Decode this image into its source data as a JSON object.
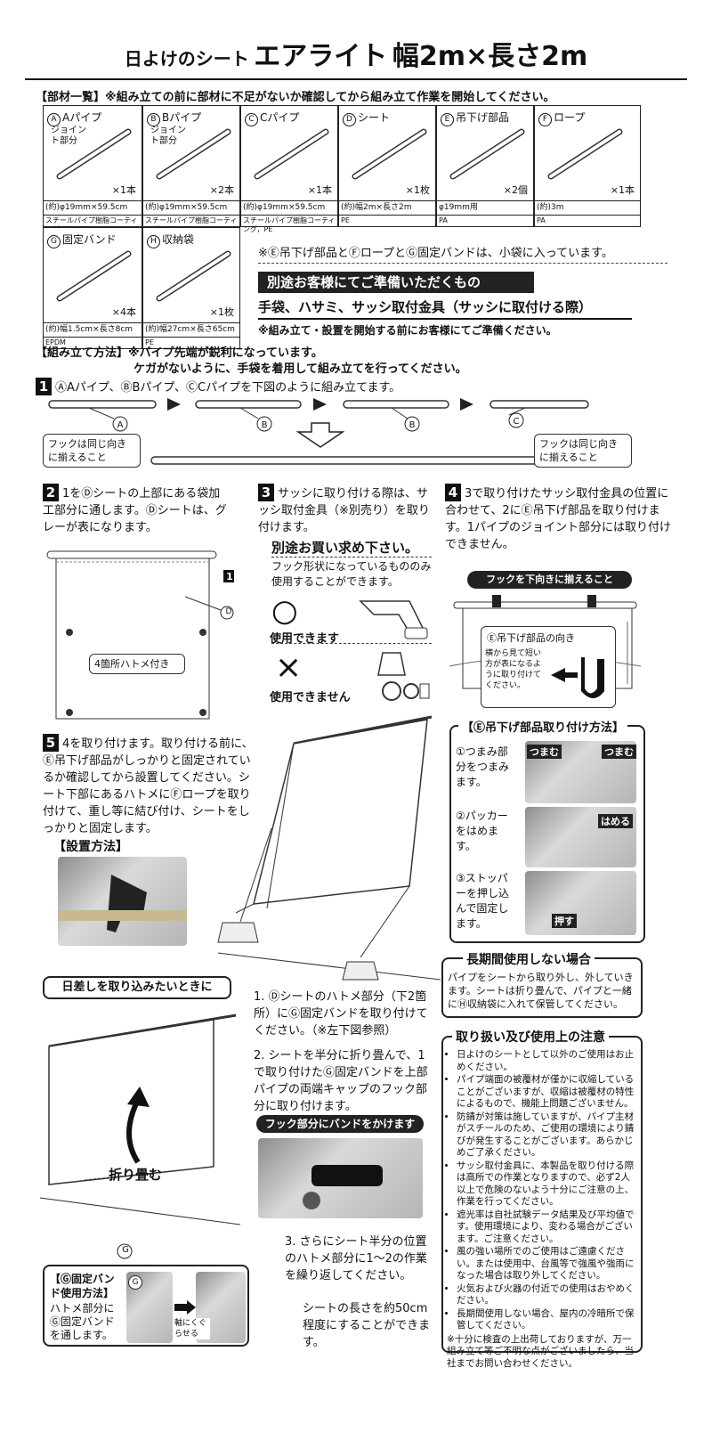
{
  "title": {
    "part1": "日よけのシート",
    "part2": "エアライト",
    "part3": "幅2m×長さ2m"
  },
  "parts": {
    "heading": "【部材一覧】",
    "note": "※組み立ての前に部材に不足がないか確認してから組み立て作業を開始してください。",
    "items": [
      {
        "letter": "A",
        "name": "Aパイプ",
        "joint": "ジョイント部分",
        "qty": "×1本",
        "spec": "(約)φ19mm×59.5cm",
        "material": "スチールパイプ樹脂コーティング，PE，スチール"
      },
      {
        "letter": "B",
        "name": "Bパイプ",
        "joint": "ジョイント部分",
        "qty": "×2本",
        "spec": "(約)φ19mm×59.5cm",
        "material": "スチールパイプ樹脂コーティング，PE，スチール"
      },
      {
        "letter": "C",
        "name": "Cパイプ",
        "joint": "",
        "qty": "×1本",
        "spec": "(約)φ19mm×59.5cm",
        "material": "スチールパイプ樹脂コーティング，PE"
      },
      {
        "letter": "D",
        "name": "シート",
        "joint": "",
        "qty": "×1枚",
        "spec": "(約)幅2m×長さ2m",
        "material": "PE"
      },
      {
        "letter": "E",
        "name": "吊下げ部品",
        "joint": "",
        "qty": "×2個",
        "spec": "φ19mm用",
        "material": "PA"
      },
      {
        "letter": "F",
        "name": "ロープ",
        "joint": "",
        "qty": "×1本",
        "spec": "(約)3m",
        "material": "PA"
      },
      {
        "letter": "G",
        "name": "固定バンド",
        "joint": "",
        "qty": "×4本",
        "spec": "(約)幅1.5cm×長さ8cm",
        "material": "EPDM"
      },
      {
        "letter": "H",
        "name": "収納袋",
        "joint": "",
        "qty": "×1枚",
        "spec": "(約)幅27cm×長さ65cm",
        "material": "PE"
      }
    ],
    "bag_note": "※Ⓔ吊下げ部品とⒻロープとⒼ固定バンドは、小袋に入っています。",
    "prepare_title": "別途お客様にてご準備いただくもの",
    "prepare_items": "手袋、ハサミ、サッシ取付金具（サッシに取付ける際）",
    "prepare_note": "※組み立て・設置を開始する前にお客様にてご準備ください。"
  },
  "assembly": {
    "heading": "【組み立て方法】",
    "warn1": "※パイプ先端が鋭利になっています。",
    "warn2": "ケガがないように、手袋を着用して組み立てを行ってください。",
    "step1": "ⒶAパイプ、ⒷBパイプ、ⒸCパイプを下図のように組み立てます。",
    "hook_same1": "フックは同じ向きに揃えること",
    "hook_same2": "フックは同じ向きに揃えること",
    "labelA": "A",
    "labelB1": "B",
    "labelB2": "B",
    "labelC": "C",
    "step2": "1をⒹシートの上部にある袋加工部分に通します。Ⓓシートは、グレーが表になります。",
    "grommet": "4箇所ハトメ付き",
    "label1": "1",
    "labelD": "D",
    "step3a": "サッシに取り付ける際は、サッシ取付金具（※別売り）を取り付けます。",
    "step3b": "別途お買い求め下さい。",
    "step3c": "フック形状になっているもののみ使用することができます。",
    "ok_mark": "○",
    "ok_text": "使用できます",
    "ng_mark": "×",
    "ng_text": "使用できません",
    "step4": "3で取り付けたサッシ取付金具の位置に合わせて、2にⒺ吊下げ部品を取り付けます。1パイプのジョイント部分には取り付けできません。",
    "hook_down": "フックを下向きに揃えること",
    "e_dir_title": "Ⓔ吊下げ部品の向き",
    "e_dir_text": "横から見て短い方が表になるように取り付けてください。",
    "step5": "4を取り付けます。取り付ける前に、Ⓔ吊下げ部品がしっかりと固定されているか確認してから設置してください。シート下部にあるハトメにⒻロープを取り付けて、重し等に結び付け、シートをしっかりと固定します。",
    "install_heading": "【設置方法】",
    "e_method_heading": "【Ⓔ吊下げ部品取り付け方法】",
    "e_m1": "①つまみ部分をつまみます。",
    "e_m1_tag1": "つまむ",
    "e_m1_tag2": "つまむ",
    "e_m2": "②パッカーをはめます。",
    "e_m2_tag": "はめる",
    "e_m3": "③ストッパーを押し込んで固定します。",
    "e_m3_tag": "押す"
  },
  "sunlight": {
    "heading": "日差しを取り込みたいときに",
    "fold": "折り畳む",
    "labelG": "G",
    "s1": "1. Ⓓシートのハトメ部分（下2箇所）にⒼ固定バンドを取り付けてください。（※左下図参照）",
    "s2": "2. シートを半分に折り畳んで、1で取り付けたⒼ固定バンドを上部パイプの両端キャップのフック部分に取り付けます。",
    "band_bar": "フック部分にバンドをかけます",
    "s3": "3. さらにシート半分の位置のハトメ部分に1～2の作業を繰り返してください。",
    "s3b": "シートの長さを約50cm程度にすることができます。",
    "g_method_title": "【Ⓖ固定バンド使用方法】",
    "g_method_text": "ハトメ部分にⒼ固定バンドを通します。",
    "g_label": "G",
    "g_twist": "軸にくぐらせる"
  },
  "storage": {
    "title": "長期間使用しない場合",
    "text": "パイプをシートから取り外し、外していきます。シートは折り畳んで、パイプと一緒にⒽ収納袋に入れて保管してください。"
  },
  "caution": {
    "title": "取り扱い及び使用上の注意",
    "items": [
      "日よけのシートとして以外のご使用はお止めください。",
      "パイプ端面の被覆材が僅かに収縮していることがございますが、収縮は被覆材の特性によるもので、機能上問題ございません。",
      "防錆が対策は施していますが、パイプ主材がスチールのため、ご使用の環境により錆びが発生することがございます。あらかじめご了承ください。",
      "サッシ取付金具に、本製品を取り付ける際は高所での作業となりますので、必ず2人以上で危険のないよう十分にご注意の上、作業を行ってください。",
      "遮光率は自社試験データ結果及び平均値です。使用環境により、変わる場合がございます。ご注意ください。",
      "風の強い場所でのご使用はご遠慮ください。または使用中、台風等で強風や強雨になった場合は取り外してください。",
      "火気および火器の付近での使用はおやめください。",
      "長期間使用しない場合、屋内の冷暗所で保管してください。"
    ],
    "footer": "※十分に検査の上出荷しておりますが、万一組み立て等ご不明な点がございましたら、当社までお問い合わせください。"
  },
  "colors": {
    "ink": "#111111",
    "bar": "#222222",
    "photo": "#a8a8a8"
  }
}
